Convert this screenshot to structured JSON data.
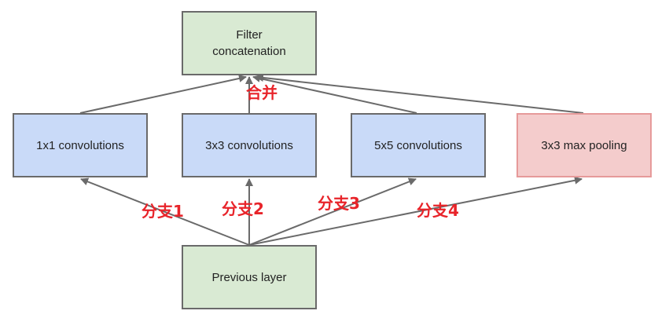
{
  "nodes": {
    "filter_concat": {
      "line1": "Filter",
      "line2": "concatenation"
    },
    "conv1x1": "1x1 convolutions",
    "conv3x3": "3x3 convolutions",
    "conv5x5": "5x5 convolutions",
    "maxpool": "3x3 max pooling",
    "previous": "Previous layer"
  },
  "annotations": {
    "merge": "合并",
    "branch1": "分支1",
    "branch2": "分支2",
    "branch3": "分支3",
    "branch4": "分支4"
  },
  "colors": {
    "green_fill": "#d9ead3",
    "blue_fill": "#c9daf8",
    "red_fill": "#f4cccc",
    "annotation_red": "#e8242a",
    "arrow": "#6a6a6a"
  }
}
